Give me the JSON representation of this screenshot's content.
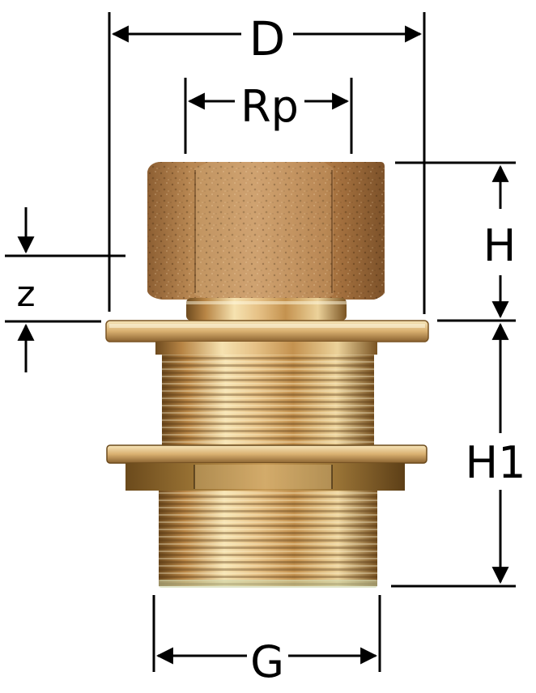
{
  "labels": {
    "d": "D",
    "rp": "Rp",
    "h": "H",
    "z": "z",
    "h1": "H1",
    "g": "G"
  },
  "colors": {
    "line": "#000000",
    "bronze": "#b07a45",
    "brass_light": "#f3dba6",
    "brass_mid": "#d9ad6c",
    "brass_dark": "#8a5a2a",
    "brass_deep": "#5a3a14"
  }
}
